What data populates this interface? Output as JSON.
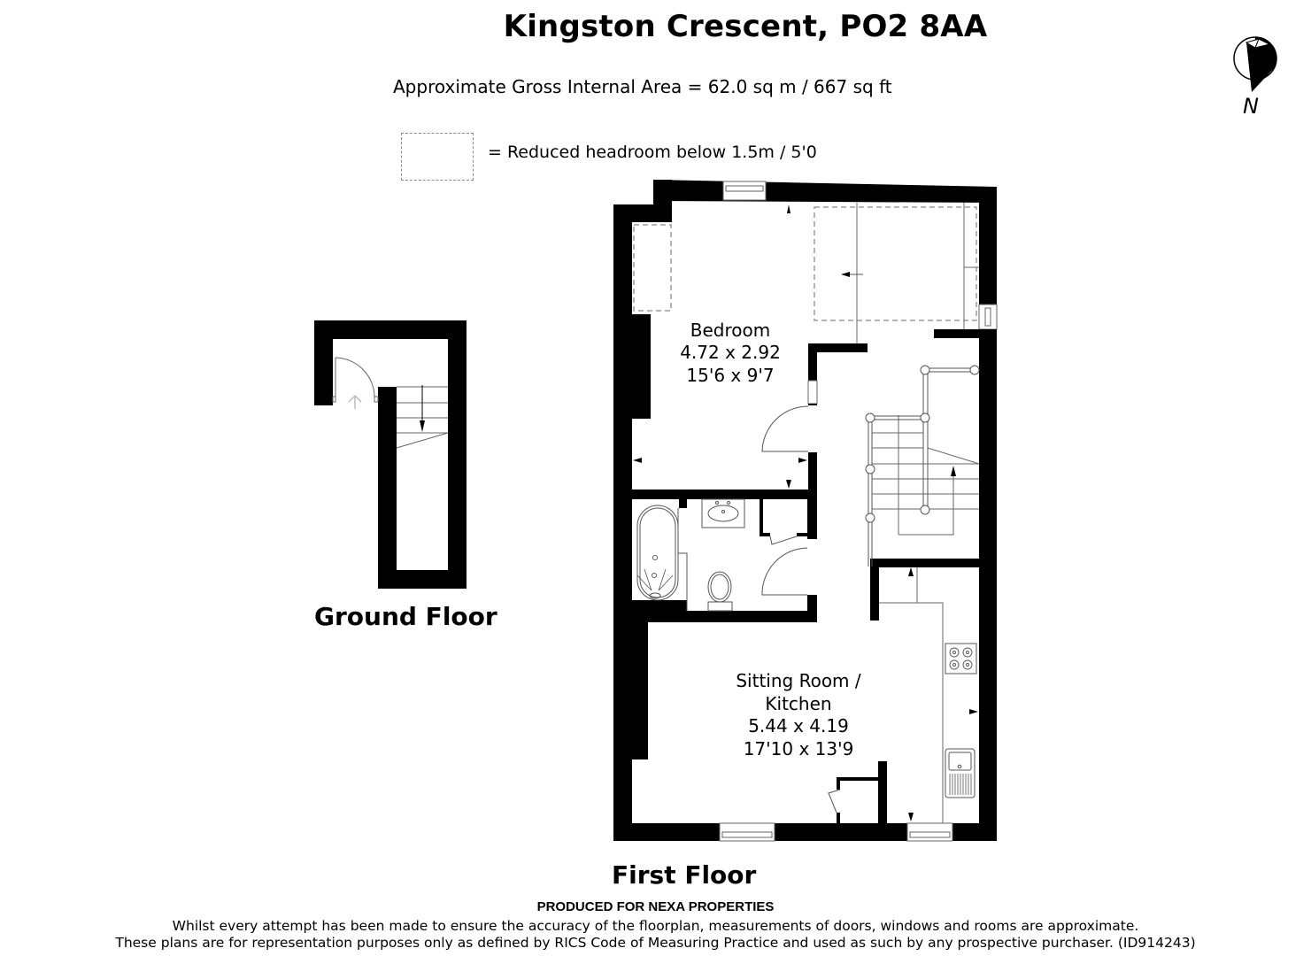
{
  "header": {
    "title": "Kingston Crescent, PO2 8AA",
    "gross_area": "Approximate Gross Internal Area = 62.0 sq m / 667 sq ft"
  },
  "legend": {
    "reduced_headroom": "= Reduced headroom below 1.5m / 5'0"
  },
  "compass": {
    "label": "N",
    "icon": "north-arrow-icon"
  },
  "floors": [
    {
      "name": "Ground Floor",
      "rooms": []
    },
    {
      "name": "First Floor",
      "rooms": [
        {
          "name": "Bedroom",
          "metric": "4.72 x 2.92",
          "imperial": "15'6 x 9'7"
        },
        {
          "name_line1": "Sitting Room /",
          "name_line2": "Kitchen",
          "metric": "5.44 x 4.19",
          "imperial": "17'10 x 13'9"
        }
      ]
    }
  ],
  "footer": {
    "produced_for": "PRODUCED FOR NEXA PROPERTIES",
    "disclaimer_line1": "Whilst every attempt has been made to ensure the accuracy of the floorplan, measurements of doors, windows and rooms are approximate.",
    "disclaimer_line2": "These plans are for representation purposes only as defined by RICS Code of Measuring Practice and used as such by any prospective purchaser. (ID914243)"
  },
  "colors": {
    "wall": "#000000",
    "line": "#555555",
    "dashed": "#8a8a8a",
    "background": "#ffffff"
  }
}
